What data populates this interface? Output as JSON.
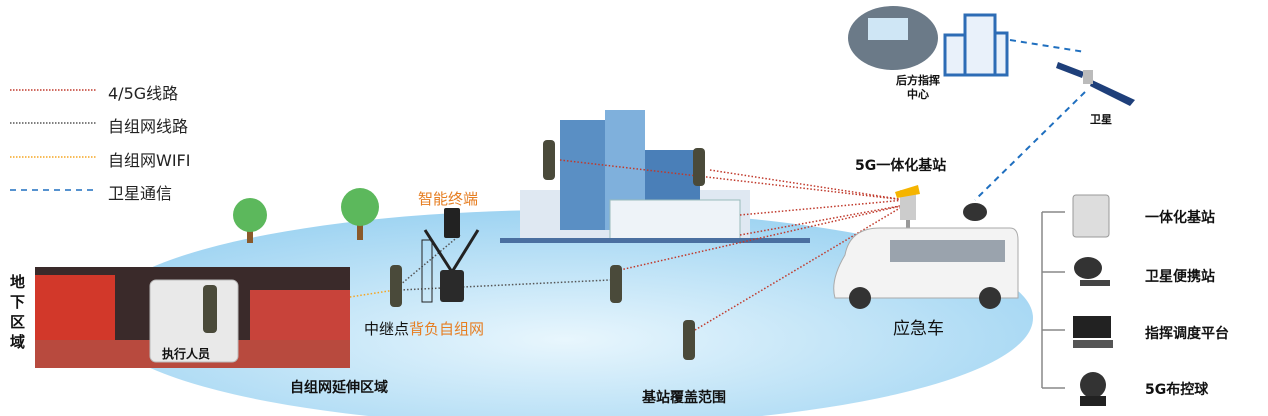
{
  "legend": [
    {
      "label": "4/5G线路",
      "color": "#c0392b",
      "style": "dotted"
    },
    {
      "label": "自组网线路",
      "color": "#555555",
      "style": "dotted"
    },
    {
      "label": "自组网WIFI",
      "color": "#f5a623",
      "style": "dotted"
    },
    {
      "label": "卫星通信",
      "color": "#1f6fbf",
      "style": "dashed"
    }
  ],
  "labels": {
    "underground": "地下区域",
    "personnel": "执行人员",
    "smart_terminal": "智能终端",
    "relay_prefix": "中继点",
    "relay_suffix": "背负自组网",
    "mesh_extension": "自组网延伸区域",
    "coverage": "基站覆盖范围",
    "base_station": "5G一体化基站",
    "vehicle": "应急车",
    "command_center": "后方指挥中心",
    "satellite": "卫星"
  },
  "equipment": [
    {
      "label": "一体化基站",
      "icon": "integrated-base-station-icon"
    },
    {
      "label": "卫星便携站",
      "icon": "satellite-dish-icon"
    },
    {
      "label": "指挥调度平台",
      "icon": "dispatch-console-icon"
    },
    {
      "label": "5G布控球",
      "icon": "ptz-camera-ball-icon"
    }
  ],
  "colors": {
    "red_line": "#c0392b",
    "mesh_line": "#555555",
    "wifi_line": "#f5a623",
    "sat_line": "#1f6fbf",
    "accent_orange": "#e67e22",
    "coverage": "#bfe3f7"
  }
}
